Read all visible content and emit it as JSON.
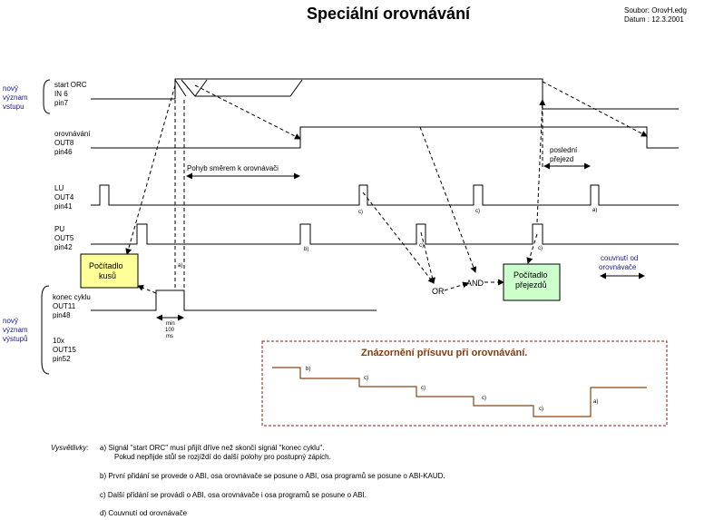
{
  "header": {
    "title": "Speciální orovnávání",
    "file_info": "Soubor: OrovH.edg",
    "date_info": "Datum : 12.3.2001"
  },
  "side_labels": {
    "input_new": [
      "nový",
      "význam",
      "vstupu"
    ],
    "output_new": [
      "nový",
      "význam",
      "výstupů"
    ]
  },
  "signals": {
    "start_orc": [
      "start ORC",
      "IN 6",
      "pin7"
    ],
    "orovnavani": [
      "orovnávání",
      "OUT8",
      "pin46"
    ],
    "lu": [
      "LU",
      "OUT4",
      "pin41"
    ],
    "pu": [
      "PU",
      "OUT5",
      "pin42"
    ],
    "konec_cyklu": [
      "konec cyklu",
      "OUT11",
      "pin48"
    ],
    "x10": [
      "10x",
      "OUT15",
      "pin52"
    ]
  },
  "annotations": {
    "pohyb": "Pohyb směrem k orovnávači",
    "posledni": [
      "poslední",
      "přejezd"
    ],
    "couvnuti": [
      "couvnutí od",
      "orovnávače"
    ],
    "min": [
      "min",
      "100",
      "ms"
    ],
    "a_label": "a)",
    "b_label": "b)",
    "c_label": "c)",
    "or_label": "OR",
    "and_label": "AND"
  },
  "boxes": {
    "pocitadlo_kusu": [
      "Počítadlo",
      "kusů"
    ],
    "pocitadlo_prejezdu": [
      "Počítadlo",
      "přejezdů"
    ]
  },
  "inset": {
    "title": "Znázornění přísuvu při orovnávání."
  },
  "footnotes": {
    "label": "Vysvětlivky:",
    "a1": "a) Signál \"start ORC\" musí přijít dříve než skončí signál \"konec cyklu\".",
    "a2": "Pokud nepřijde stůl se rozjíždí do další polohy pro postupný zápich.",
    "b": "b) První přidání se provede o ABI, osa orovnávače se posune o ABI, osa programů se posune o ABI-KAUD.",
    "c": "c) Další přidání se provádí o ABI, osa orovnávače i osa programů se posune o ABI.",
    "d": "d) Couvnutí od orovnávače"
  },
  "colors": {
    "box_yellow": "#ffff99",
    "box_green": "#ccffcc",
    "inset_border": "#8b1a1a",
    "inset_line": "#8b4513",
    "blue_text": "#1a1a8c"
  }
}
